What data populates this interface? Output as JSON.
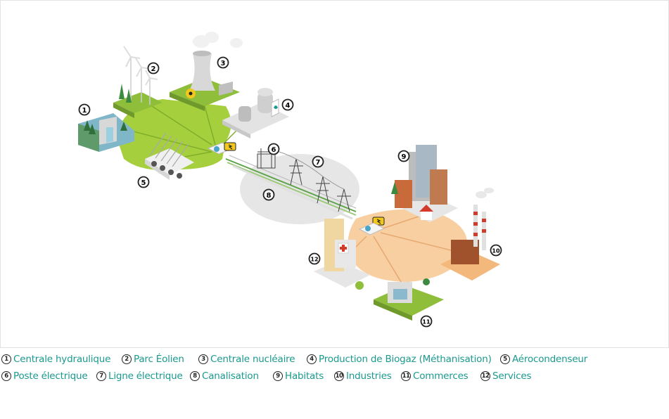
{
  "legend": {
    "row1": [
      {
        "num": "1",
        "label": "Centrale hydraulique"
      },
      {
        "num": "2",
        "label": "Parc Éolien"
      },
      {
        "num": "3",
        "label": "Centrale nucléaire"
      },
      {
        "num": "4",
        "label": "Production de Biogaz (Méthanisation)"
      },
      {
        "num": "5",
        "label": "Aérocondenseur"
      }
    ],
    "row2": [
      {
        "num": "6",
        "label": "Poste électrique"
      },
      {
        "num": "7",
        "label": "Ligne électrique"
      },
      {
        "num": "8",
        "label": "Canalisation"
      },
      {
        "num": "9",
        "label": "Habitats"
      },
      {
        "num": "10",
        "label": "Industries"
      },
      {
        "num": "11",
        "label": "Commerces"
      },
      {
        "num": "12",
        "label": "Services"
      }
    ]
  },
  "markers": [
    "1",
    "2",
    "3",
    "4",
    "5",
    "6",
    "7",
    "8",
    "9",
    "10",
    "11",
    "12"
  ],
  "colors": {
    "production_zone": "#a6cf3e",
    "transport_zone": "#e3e3e3",
    "consumption_zone": "#f8c99a",
    "legend_text": "#1a9a8e",
    "warning_sign": "#f2c81d"
  }
}
